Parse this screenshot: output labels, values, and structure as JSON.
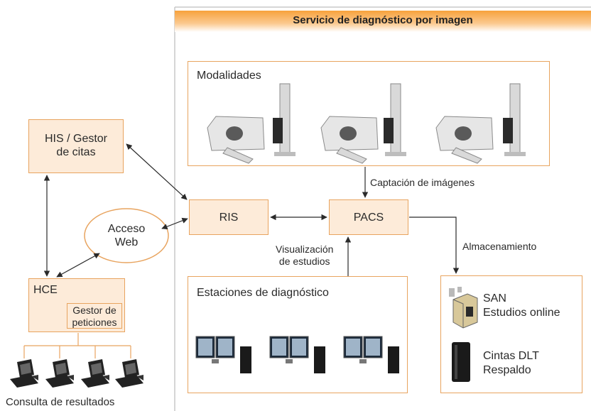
{
  "header": {
    "title": "Servicio de diagnóstico por imagen"
  },
  "nodes": {
    "his": "HIS / Gestor\nde citas",
    "acceso_web": "Acceso\nWeb",
    "hce": "HCE",
    "gestor_peticiones": "Gestor de\npeticiones",
    "ris": "RIS",
    "pacs": "PACS",
    "modalidades": "Modalidades",
    "estaciones": "Estaciones de diagnóstico",
    "san": "SAN\nEstudios online",
    "cintas": "Cintas DLT\nRespaldo"
  },
  "edges": {
    "captacion": "Captación de imágenes",
    "visualizacion": "Visualización\nde estudios",
    "almacenamiento": "Almacenamiento"
  },
  "footer": {
    "consulta": "Consulta de resultados"
  },
  "colors": {
    "accent": "#f7a23c",
    "box_fill": "#fdebd9",
    "box_border": "#e8a45f",
    "line": "#2a2a2a"
  },
  "icons": {
    "modality": "ct-scanner-icon",
    "xray": "xray-stand-icon",
    "workstation": "diagnostic-workstation-icon",
    "storage": "san-storage-icon",
    "tape": "dlt-tape-icon",
    "client": "computer-terminal-icon"
  }
}
